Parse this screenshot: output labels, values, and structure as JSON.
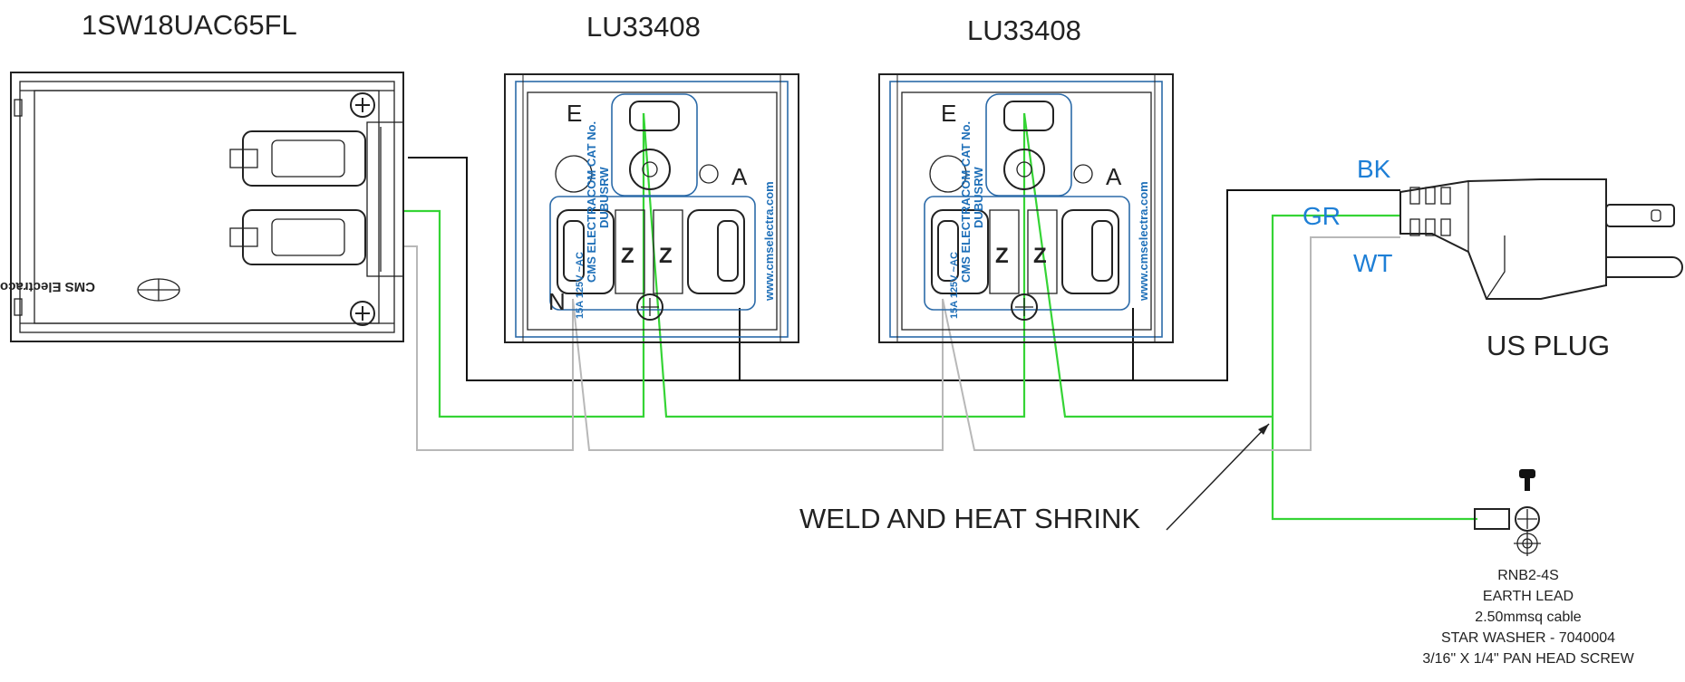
{
  "labels": {
    "switch_part": "1SW18UAC65FL",
    "outlet1_part": "LU33408",
    "outlet2_part": "LU33408",
    "plug": "US PLUG",
    "weld": "WELD AND HEAT SHRINK",
    "brand_mark": "CMS Electracom"
  },
  "wire_labels": {
    "black": "BK",
    "green": "GR",
    "white": "WT"
  },
  "outlet_marks": {
    "earth": "E",
    "active": "A",
    "neutral": "N",
    "z": "Z",
    "cat_line1": "CMS ELECTRACOM  CAT No.",
    "cat_line2": "DUBUSRW",
    "rating": "15A  125V ~AC",
    "url": "www.cmselectra.com"
  },
  "earth_notes": [
    "RNB2-4S",
    "EARTH LEAD",
    "2.50mmsq cable",
    "STAR WASHER - 7040004",
    "3/16\" X 1/4\" PAN HEAD SCREW"
  ],
  "colors": {
    "black_wire": "#111111",
    "green_wire": "#35d435",
    "white_wire": "#b8b8b8",
    "label_blue": "#1e7fd6",
    "outlet_blue": "#2b6aa8"
  }
}
